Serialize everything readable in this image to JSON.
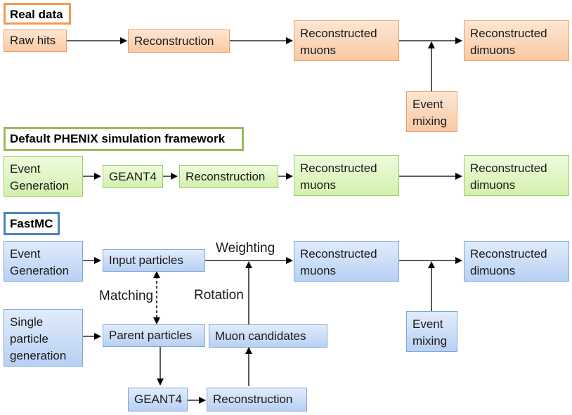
{
  "sections": {
    "real": {
      "header": "Real data",
      "raw_hits": "Raw hits",
      "reconstruction": "Reconstruction",
      "reco_muons": "Reconstructed\nmuons",
      "reco_dimuons": "Reconstructed\ndimuons",
      "event_mixing": "Event\nmixing"
    },
    "phenix": {
      "header": "Default PHENIX simulation framework",
      "event_generation": "Event\nGeneration",
      "geant4": "GEANT4",
      "reconstruction": "Reconstruction",
      "reco_muons": "Reconstructed\nmuons",
      "reco_dimuons": "Reconstructed\ndimuons"
    },
    "fastmc": {
      "header": "FastMC",
      "event_generation": "Event\nGeneration",
      "input_particles": "Input particles",
      "single_particle_generation": "Single\nparticle\ngeneration",
      "parent_particles": "Parent particles",
      "muon_candidates": "Muon candidates",
      "geant4": "GEANT4",
      "reconstruction": "Reconstruction",
      "reco_muons": "Reconstructed\nmuons",
      "reco_dimuons": "Reconstructed\ndimuons",
      "event_mixing": "Event\nmixing",
      "weighting_label": "Weighting",
      "matching_label": "Matching",
      "rotation_label": "Rotation"
    }
  },
  "colors": {
    "real_accent": "#f29b4c",
    "phenix_accent": "#9bbb59",
    "fastmc_accent": "#4f81bd"
  }
}
